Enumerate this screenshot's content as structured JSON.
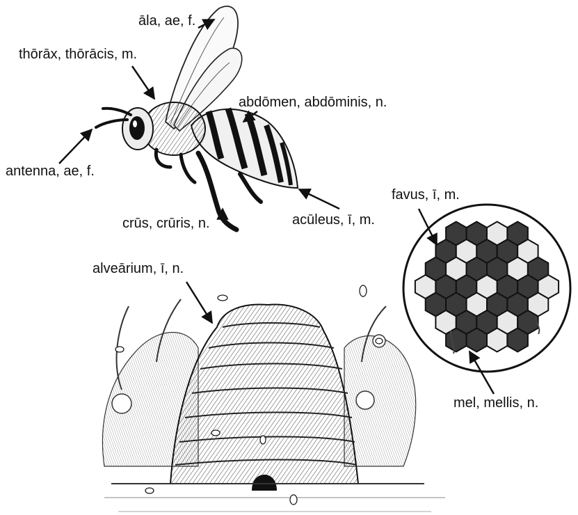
{
  "labels": {
    "ala": "āla, ae, f.",
    "thorax": "thōrāx, thōrācis, m.",
    "abdomen": "abdōmen, abdōminis, n.",
    "antenna": "antenna, ae, f.",
    "crus": "crūs, crūris, n.",
    "aculeus": "acūleus, ī, m.",
    "favus": "favus, ī, m.",
    "alvearium": "alveārium, ī, n.",
    "mel": "mel, mellis, n."
  },
  "icons": [
    "bee-illustration",
    "honeycomb-illustration",
    "beehive-illustration",
    "flowers-illustration"
  ]
}
